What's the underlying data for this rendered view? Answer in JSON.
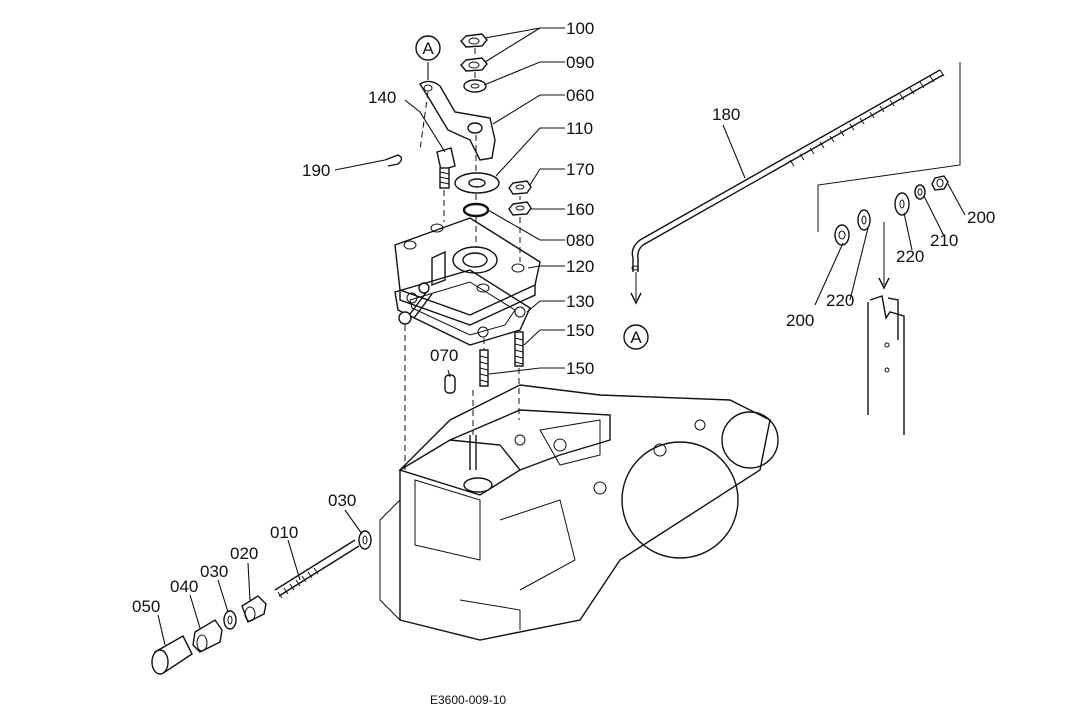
{
  "labels": {
    "p100": "100",
    "p090": "090",
    "p060": "060",
    "p110": "110",
    "p170": "170",
    "p160": "160",
    "p080": "080",
    "p120": "120",
    "p130": "130",
    "p150a": "150",
    "p150b": "150",
    "p070": "070",
    "p140": "140",
    "p190": "190",
    "p180": "180",
    "p200a": "200",
    "p200b": "200",
    "p210": "210",
    "p220a": "220",
    "p220b": "220",
    "p030a": "030",
    "p030b": "030",
    "p010": "010",
    "p020": "020",
    "p040": "040",
    "p050": "050"
  },
  "callouts": {
    "a_top": "A",
    "a_rod": "A"
  },
  "drawing_code": "E3600-009-10"
}
